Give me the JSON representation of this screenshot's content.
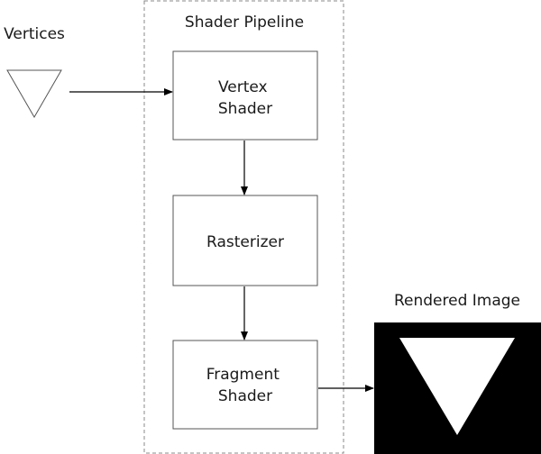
{
  "pipeline": {
    "title": "Shader Pipeline",
    "stages": [
      {
        "lines": [
          "Vertex",
          "Shader"
        ]
      },
      {
        "lines": [
          "Rasterizer"
        ]
      },
      {
        "lines": [
          "Fragment",
          "Shader"
        ]
      }
    ]
  },
  "input": {
    "label": "Vertices"
  },
  "output": {
    "label": "Rendered Image",
    "background_color": "#000000",
    "shape_color": "#ffffff"
  }
}
